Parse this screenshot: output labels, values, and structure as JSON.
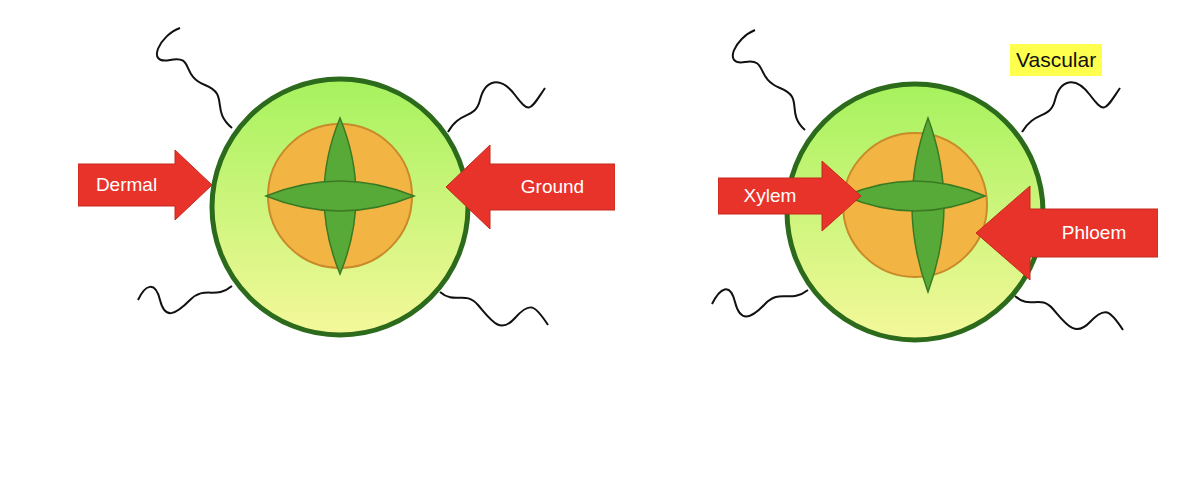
{
  "diagram": {
    "nodes": [
      {
        "text": [
          "Dermal"
        ]
      },
      {
        "text": [
          "Ground"
        ]
      },
      {
        "text": [
          "Vascular"
        ]
      },
      {
        "text": [
          "Xylem"
        ]
      },
      {
        "text": [
          "Phloem"
        ]
      }
    ]
  }
}
